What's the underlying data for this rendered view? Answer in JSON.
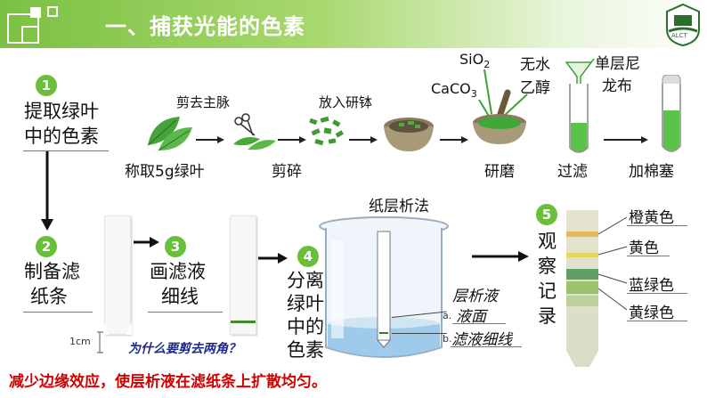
{
  "header": {
    "title": "一、捕获光能的色素"
  },
  "steps": {
    "s1": {
      "num": "1",
      "line1": "提取绿叶",
      "line2": "中的色素"
    },
    "s2": {
      "num": "2",
      "line1": "制备滤",
      "line2": "纸条"
    },
    "s3": {
      "num": "3",
      "line1": "画滤液",
      "line2": "细线"
    },
    "s4": {
      "num": "4",
      "lines": [
        "分离",
        "绿叶",
        "中的",
        "色素"
      ]
    },
    "s5": {
      "num": "5",
      "lines": [
        "观",
        "察",
        "记",
        "录"
      ]
    }
  },
  "extraction": {
    "weigh": "称取5g绿叶",
    "cut_vein": "剪去主脉",
    "chop": "剪碎",
    "put_mortar": "放入研钵",
    "sio2": "SiO",
    "sio2_sub": "2",
    "caco3": "CaCO",
    "caco3_sub": "3",
    "ethanol1": "无水",
    "ethanol2": "乙醇",
    "nylon1": "单层尼",
    "nylon2": "龙布",
    "grind": "研磨",
    "filter": "过滤",
    "cotton": "加棉塞"
  },
  "separation": {
    "method": "纸层析法",
    "solvent": "层析液",
    "label_a": "a.",
    "surface": "液面",
    "label_b": "b.",
    "line": "滤液细线"
  },
  "strip": {
    "cm_label": "1cm",
    "question": "为什么要剪去两角？"
  },
  "results": [
    "橙黄色",
    "黄色",
    "蓝绿色",
    "黄绿色"
  ],
  "note": "减少边缘效应，使层析液在滤纸条上扩散均匀。",
  "colors": {
    "green": "#6abf3a",
    "red": "#d40000",
    "blue": "#1f2a88"
  },
  "logo_text": "ALCT"
}
